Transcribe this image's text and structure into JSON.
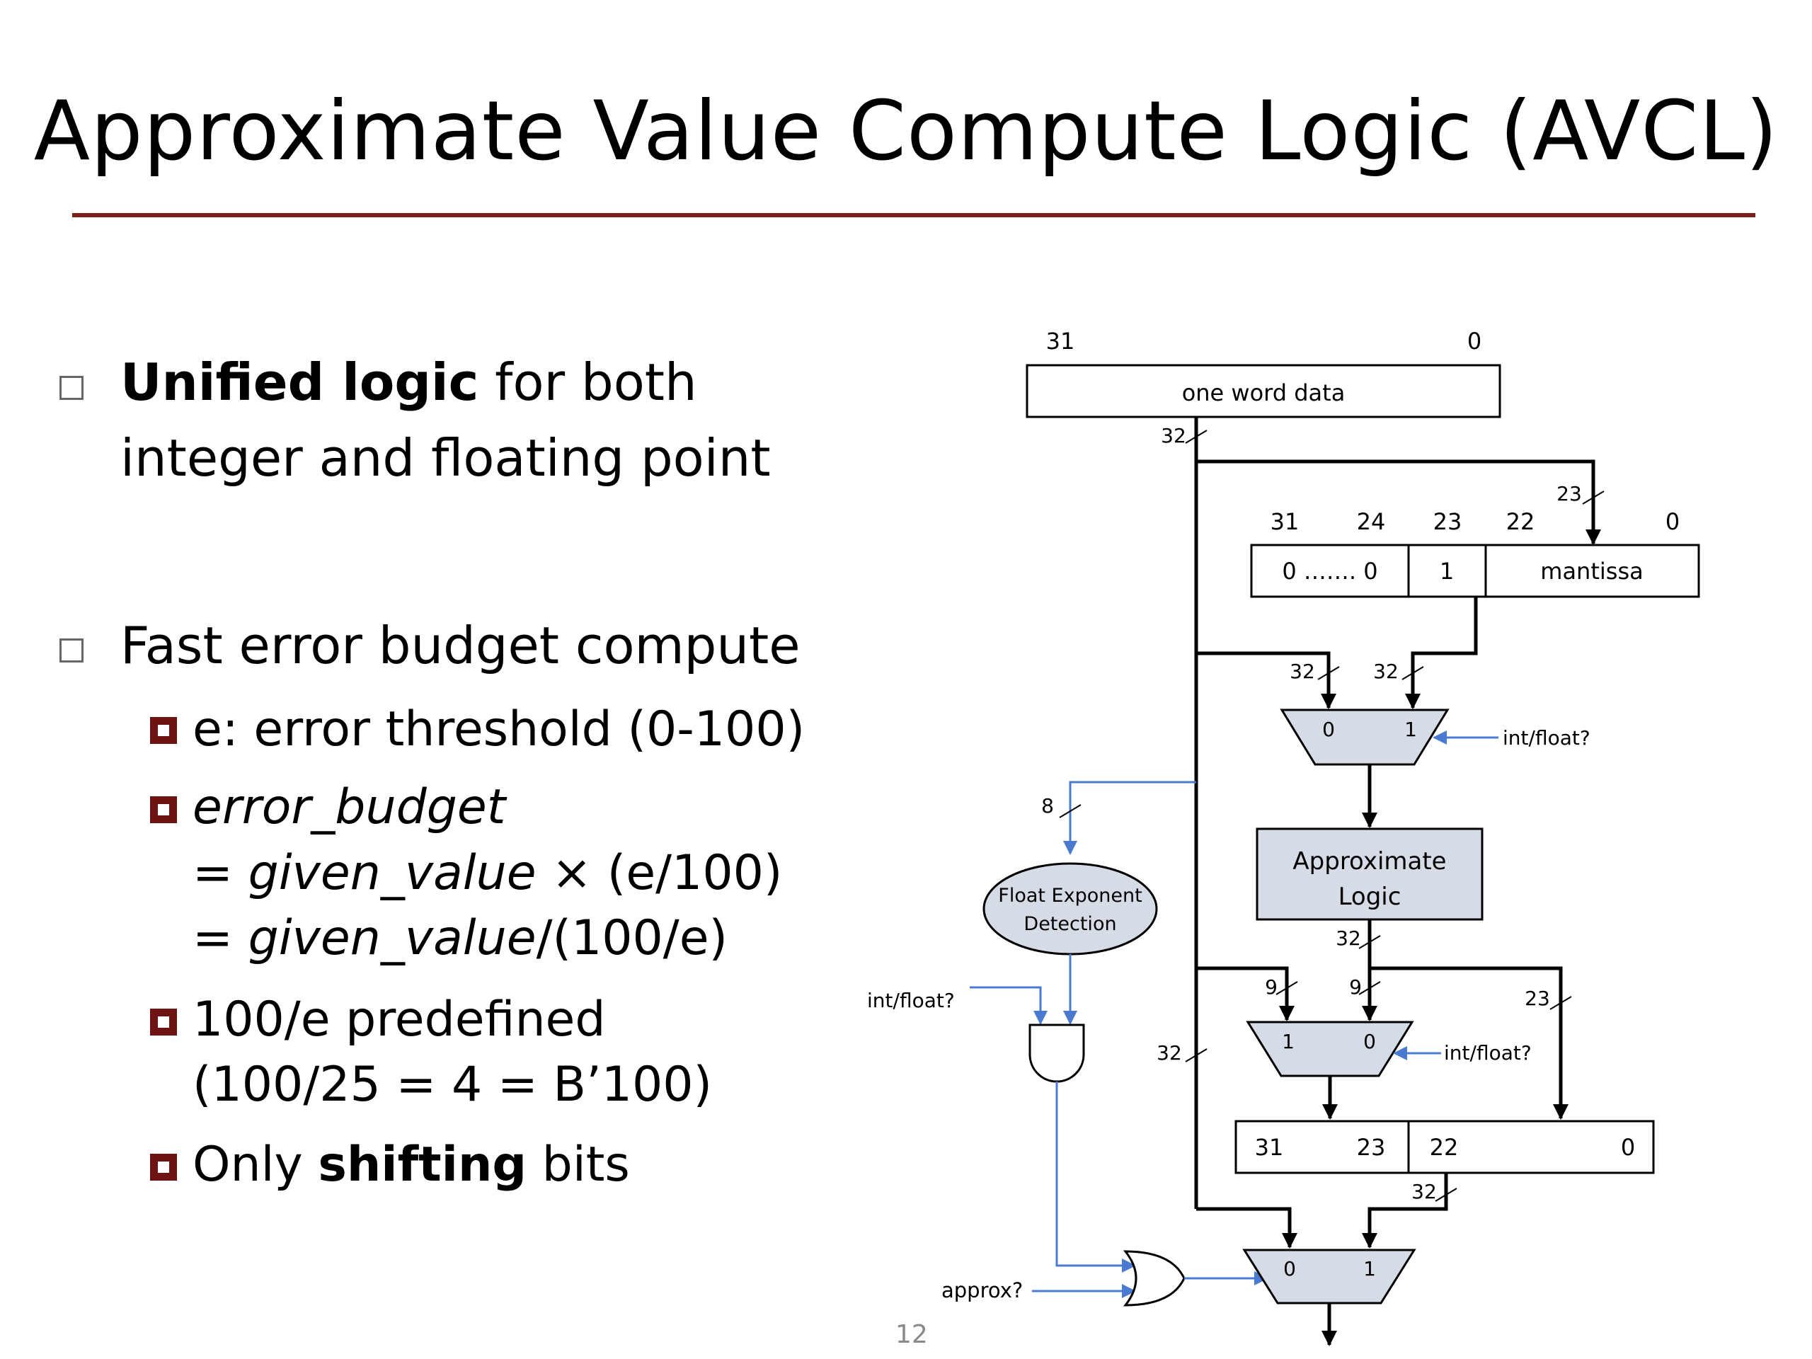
{
  "title": "Approximate Value Compute Logic (AVCL)",
  "bullets": {
    "b1_bold": "Unified logic",
    "b1_rest": " for both",
    "b1_line2": "integer and floating point",
    "b2": "Fast error budget compute",
    "sub1": "e: error threshold (0-100)",
    "sub2_line1": "error_budget",
    "sub2_eq1_pre": "= ",
    "sub2_eq1_it": "given_value",
    "sub2_eq1_post": " × (e/100)",
    "sub2_eq2_pre": "= ",
    "sub2_eq2_it": "given_value",
    "sub2_eq2_post": "/(100/e)",
    "sub3_line1": "100/e predefined",
    "sub3_line2": "(100/25 = 4 = B’100)",
    "sub4_pre": "Only ",
    "sub4_bold": "shifting",
    "sub4_post": " bits"
  },
  "page_number": "12",
  "diagram": {
    "top_bit_hi": "31",
    "top_bit_lo": "0",
    "word_label": "one word data",
    "w32_a": "32",
    "w23_a": "23",
    "reg1_bits": [
      "31",
      "24",
      "23",
      "22",
      "0"
    ],
    "reg1_fields": [
      "0 ……. 0",
      "1",
      "mantissa"
    ],
    "w32_b": "32",
    "w32_c": "32",
    "mux1_in0": "0",
    "mux1_in1": "1",
    "int_float_1": "int/float?",
    "w8": "8",
    "approx_logic_1": "Approximate",
    "approx_logic_2": "Logic",
    "float_exp_1": "Float Exponent",
    "float_exp_2": "Detection",
    "w32_d": "32",
    "w9_a": "9",
    "w9_b": "9",
    "w23_b": "23",
    "int_float_2": "int/float?",
    "w32_e": "32",
    "mux2_in1": "1",
    "mux2_in0": "0",
    "int_float_3": "int/float?",
    "reg2_bits": [
      "31",
      "23",
      "22",
      "0"
    ],
    "w32_f": "32",
    "approx_q": "approx?",
    "mux3_in0": "0",
    "mux3_in1": "1",
    "colors": {
      "bus": "#000000",
      "control": "#4a7bd0",
      "fill": "#d6dce6",
      "rule": "#7b1c1c"
    }
  }
}
